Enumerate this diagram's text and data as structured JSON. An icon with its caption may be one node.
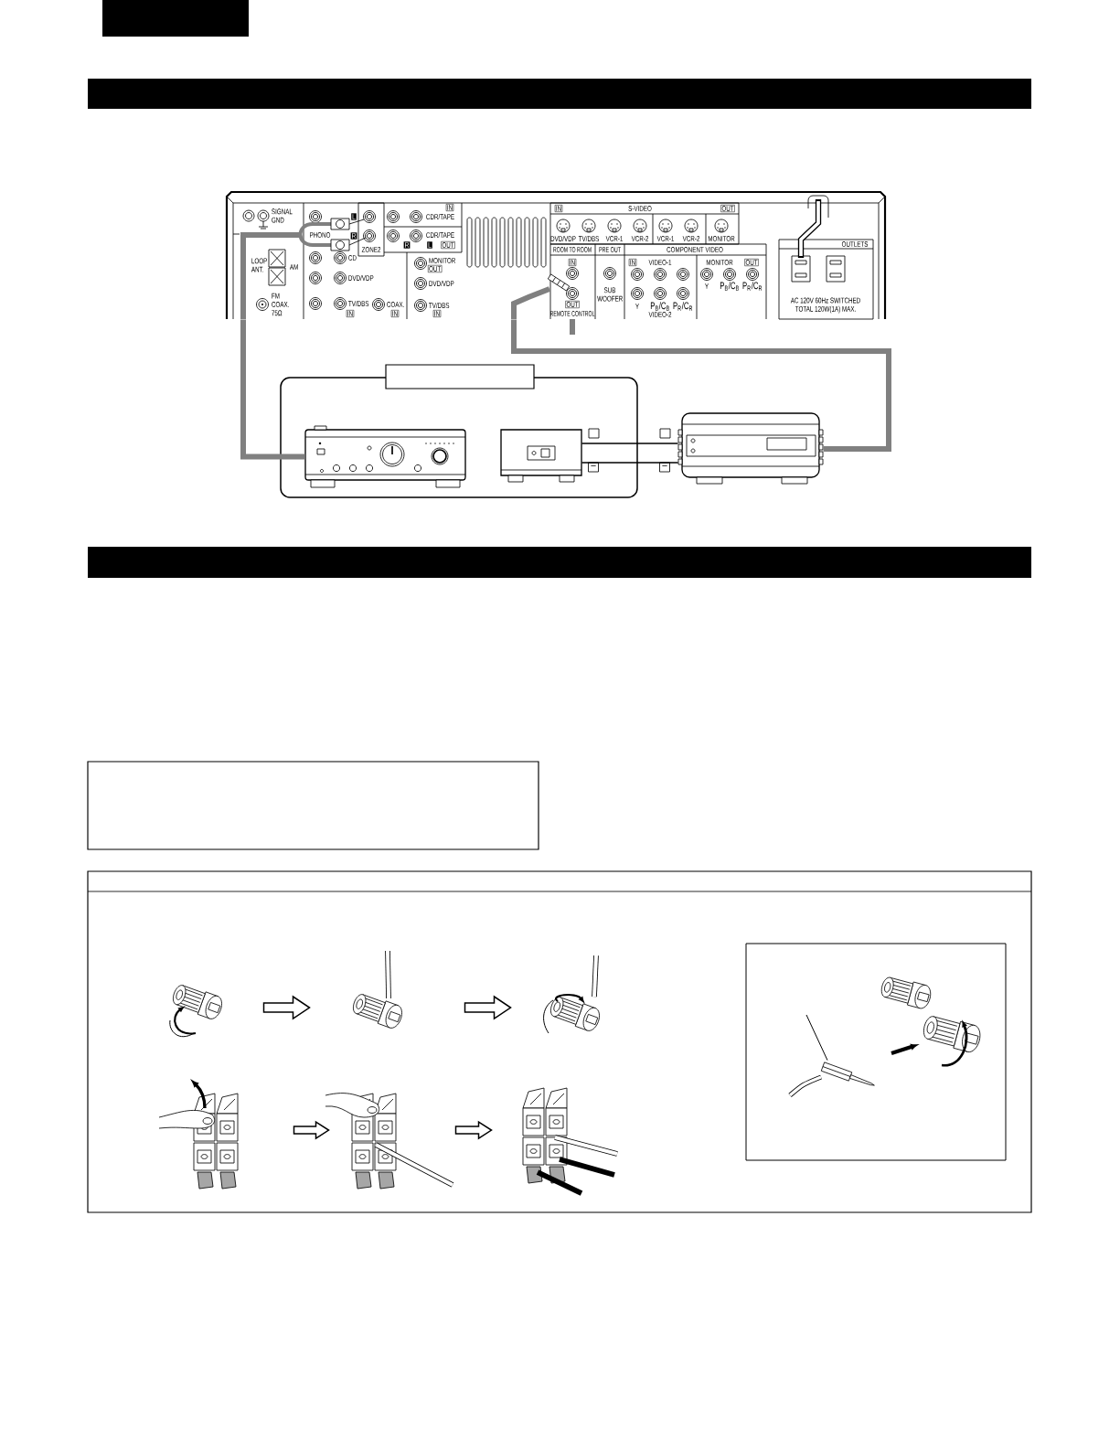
{
  "diagram": {
    "nodes": [
      {
        "text": [],
        "shape": "bar"
      },
      {
        "text": [],
        "shape": "bar"
      },
      {
        "text": [],
        "shape": "picture"
      },
      {
        "text": [],
        "shape": "box"
      },
      {
        "text": [],
        "shape": "picture",
        "in": 3
      },
      {
        "text": [],
        "shape": "picture",
        "in": 3
      },
      {
        "text": [],
        "shape": "picture"
      },
      {
        "text": [],
        "shape": "bar"
      },
      {
        "text": [],
        "shape": "box"
      },
      {
        "text": [],
        "shape": "box"
      },
      {
        "text": [],
        "shape": "picture",
        "in": 9
      },
      {
        "text": [],
        "shape": "picture",
        "in": 9
      },
      {
        "text": [],
        "shape": "picture",
        "in": 9
      },
      {
        "text": [],
        "shape": "picture",
        "in": 9
      },
      {
        "text": [],
        "shape": "picture",
        "in": 9
      },
      {
        "text": [],
        "shape": "picture",
        "in": 9
      },
      {
        "text": [],
        "shape": "box",
        "in": 9
      },
      {
        "text": [],
        "shape": "picture",
        "in": 16
      }
    ],
    "edges": [
      {
        "from": 2,
        "to": 4,
        "arrow": "none",
        "style": "thick",
        "color": "#808080"
      },
      {
        "from": 2,
        "to": 6,
        "arrow": "none",
        "style": "thick",
        "color": "#808080"
      },
      {
        "from": 5,
        "to": 6,
        "arrow": "none"
      },
      {
        "from": 5,
        "to": 6,
        "arrow": "none"
      },
      {
        "from": 10,
        "to": 11,
        "arrow": "to"
      },
      {
        "from": 11,
        "to": 12,
        "arrow": "to"
      },
      {
        "from": 13,
        "to": 14,
        "arrow": "to"
      },
      {
        "from": 14,
        "to": 15,
        "arrow": "to"
      },
      {
        "from": null,
        "to": 17,
        "arrow": "none"
      }
    ],
    "labels": [
      "SIGNAL GND",
      "L",
      "CDR/TAPE",
      "IN",
      "IN",
      "S-VIDEO",
      "OUT",
      "PHONO",
      "R",
      "CDR/TAPE",
      "DVD/VDP",
      "TV/DBS",
      "VCR-1",
      "VCR-2",
      "VCR-1",
      "VCR-2",
      "MONITOR",
      "ZONE2",
      "R",
      "L",
      "OUT",
      "ROOM TO ROOM",
      "PRE OUT",
      "COMPONENT VIDEO",
      "OUTLETS",
      "LOOP ANT.",
      "AM",
      "CD",
      "MONITOR",
      "OUT",
      "IN",
      "IN",
      "VIDEO-1",
      "MONITOR",
      "OUT",
      "DVD/VDP",
      "DVD/VDP",
      "SUB WOOFER",
      "Y",
      "P$_{B}$/C$_{B}$",
      "P$_{R}$/C$_{R}$",
      "FM COAX. 75Ω",
      "TV/DBS",
      "COAX.",
      "TV/DBS",
      "OUT",
      "Y",
      "P$_{B}$/C$_{B}$",
      "P$_{R}$/C$_{R}$",
      "AC 120V 60Hz SWITCHED TOTAL 120W(1A) MAX.",
      "IN",
      "IN",
      "IN",
      "REMOTE CONTROL",
      "VIDEO-2",
      "−",
      "−"
    ]
  }
}
